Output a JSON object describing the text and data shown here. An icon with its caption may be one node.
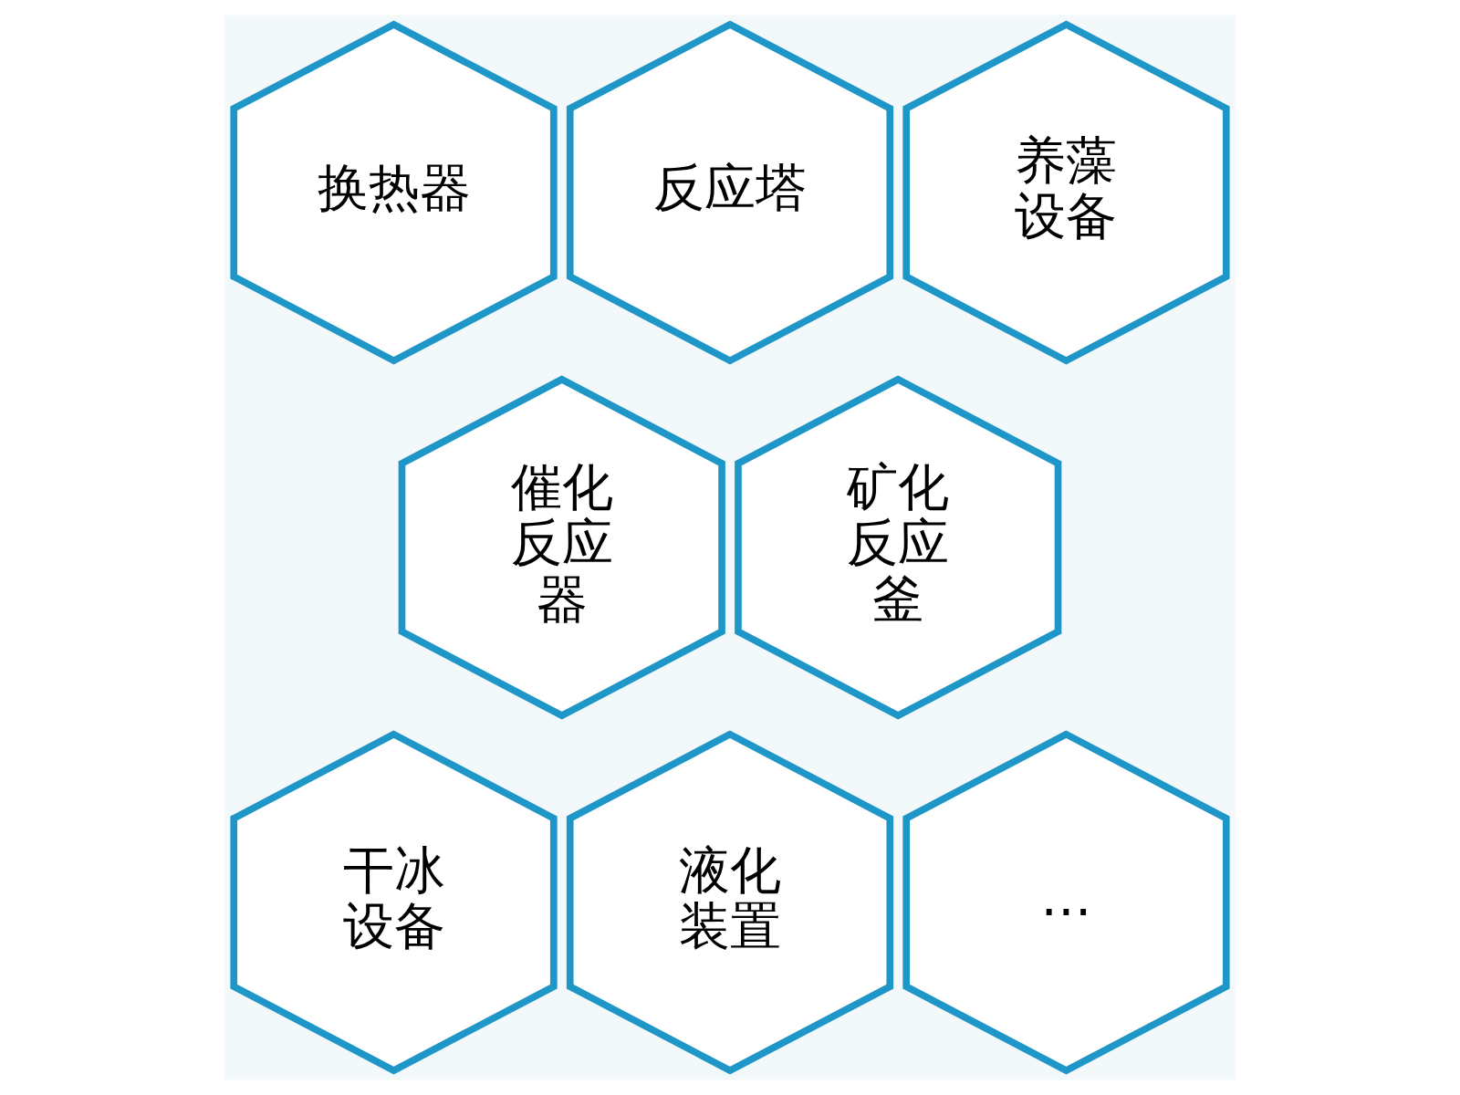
{
  "diagram": {
    "nodes": [
      {
        "text": [
          "换热器"
        ]
      },
      {
        "text": [
          "反应塔"
        ]
      },
      {
        "text": [
          "养藻设备"
        ]
      },
      {
        "text": [
          "催化反应器"
        ]
      },
      {
        "text": [
          "矿化反应釜"
        ]
      },
      {
        "text": [
          "干冰设备"
        ]
      },
      {
        "text": [
          "液化装置"
        ]
      },
      {
        "text": [
          "…"
        ]
      }
    ],
    "edges": []
  }
}
